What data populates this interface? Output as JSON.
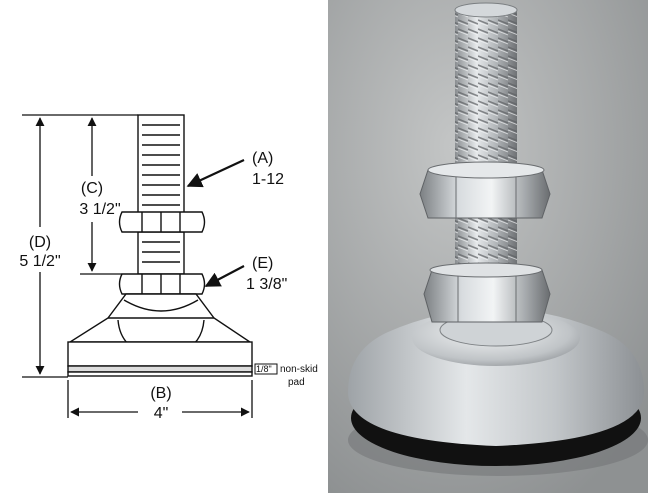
{
  "drawing": {
    "labels": {
      "a_letter": "(A)",
      "a_value": "1-12",
      "c_letter": "(C)",
      "c_value": "3 1/2\"",
      "d_letter": "(D)",
      "d_value": "5 1/2\"",
      "e_letter": "(E)",
      "e_value": "1 3/8\"",
      "b_letter": "(B)",
      "b_value": "4\"",
      "pad_thickness": "1/8\"",
      "pad_line1": "non-skid",
      "pad_line2": "pad"
    }
  },
  "photo": {
    "background_color": "#a9acad",
    "metal_color": "#c9cdd0",
    "pad_color": "#111111"
  }
}
